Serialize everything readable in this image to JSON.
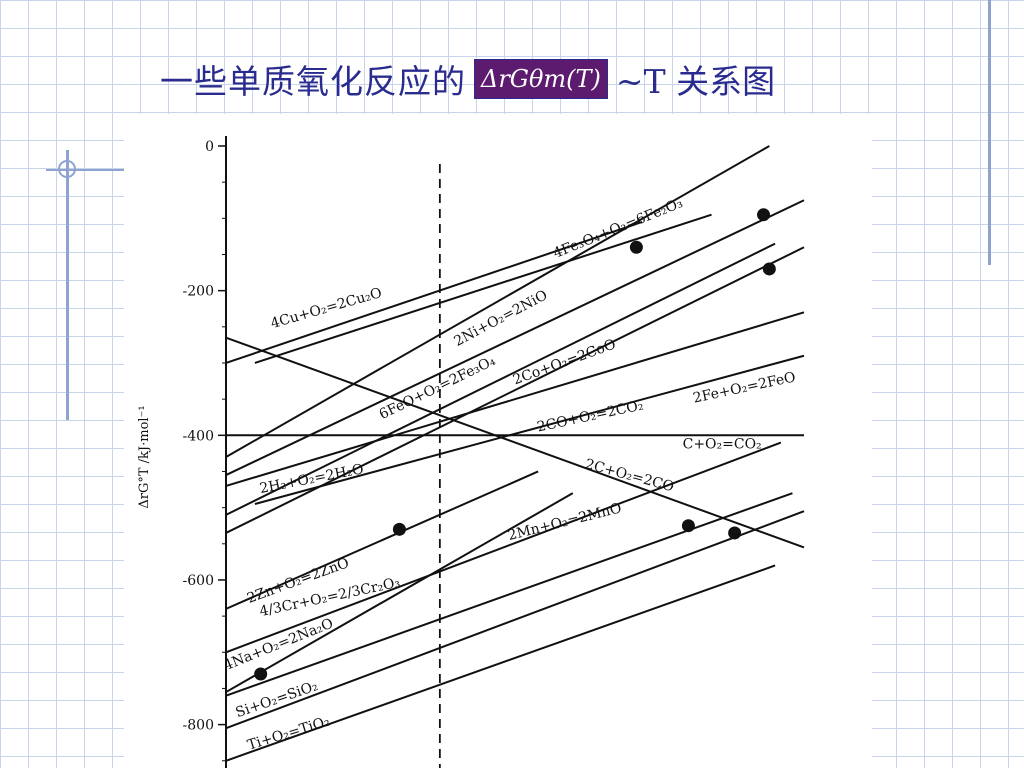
{
  "title": {
    "text": "一些单质氧化反应的",
    "formula": "ΔrGθm(T)",
    "suffix": "~T 关系图"
  },
  "chart_data": {
    "type": "line",
    "title": "一些单质氧化反应的 ΔrGθm(T) ~T 关系图",
    "xlabel": "",
    "ylabel": "ΔrG°T /kJ·mol⁻¹",
    "ylim": [
      -860,
      0
    ],
    "yticks": [
      "0",
      "-200",
      "-400",
      "-600",
      "-800"
    ],
    "ytick_values": [
      0,
      -200,
      -400,
      -600,
      -800
    ],
    "grid": false,
    "colors": {
      "line": "#111111",
      "dashed": "#111111"
    },
    "series": [
      {
        "name": "4Fe₃O₄+O₂=6Fe₂O₃",
        "points": [
          [
            0.05,
            -300
          ],
          [
            0.84,
            -95
          ]
        ],
        "markers": [
          [
            0.71,
            -140
          ]
        ]
      },
      {
        "name": "4Cu+O₂=2Cu₂O",
        "points": [
          [
            0.0,
            -300
          ],
          [
            0.72,
            -105
          ]
        ]
      },
      {
        "name": "2Ni+O₂=2NiO",
        "points": [
          [
            0.0,
            -430
          ],
          [
            0.94,
            0
          ]
        ],
        "markers": [
          [
            0.93,
            -95
          ]
        ]
      },
      {
        "name": "2Co+O₂=2CoO",
        "points": [
          [
            0.0,
            -455
          ],
          [
            1.0,
            -75
          ]
        ]
      },
      {
        "name": "6FeO+O₂=2Fe₃O₄",
        "points": [
          [
            0.0,
            -510
          ],
          [
            0.95,
            -135
          ]
        ]
      },
      {
        "name": "2Fe+O₂=2FeO",
        "points": [
          [
            0.0,
            -535
          ],
          [
            1.0,
            -140
          ]
        ],
        "markers": [
          [
            0.94,
            -170
          ]
        ]
      },
      {
        "name": "2CO+O₂=2CO₂",
        "points": [
          [
            0.0,
            -470
          ],
          [
            1.0,
            -230
          ]
        ]
      },
      {
        "name": "2H₂+O₂=2H₂O",
        "points": [
          [
            0.05,
            -495
          ],
          [
            1.0,
            -290
          ]
        ]
      },
      {
        "name": "C+O₂=CO₂",
        "points": [
          [
            0.0,
            -400
          ],
          [
            1.0,
            -400
          ]
        ]
      },
      {
        "name": "2C+O₂=2CO",
        "points": [
          [
            0.0,
            -265
          ],
          [
            1.0,
            -555
          ]
        ]
      },
      {
        "name": "2Zn+O₂=2ZnO",
        "points": [
          [
            0.0,
            -640
          ],
          [
            0.54,
            -450
          ]
        ],
        "markers": [
          [
            0.3,
            -530
          ]
        ]
      },
      {
        "name": "2Mn+O₂=2MnO",
        "points": [
          [
            0.0,
            -700
          ],
          [
            0.96,
            -410
          ]
        ],
        "markers": [
          [
            0.8,
            -525
          ]
        ]
      },
      {
        "name": "4/3Cr+O₂=2/3Cr₂O₃",
        "points": [
          [
            0.0,
            -760
          ],
          [
            0.98,
            -480
          ]
        ],
        "markers": [
          [
            0.88,
            -535
          ]
        ]
      },
      {
        "name": "4Na+O₂=2Na₂O",
        "points": [
          [
            0.0,
            -755
          ],
          [
            0.6,
            -480
          ]
        ],
        "markers": [
          [
            0.06,
            -730
          ]
        ]
      },
      {
        "name": "Si+O₂=SiO₂",
        "points": [
          [
            0.0,
            -805
          ],
          [
            1.0,
            -505
          ]
        ]
      },
      {
        "name": "Ti+O₂=TiO₂",
        "points": [
          [
            0.0,
            -850
          ],
          [
            0.95,
            -580
          ]
        ]
      }
    ],
    "annotations": [
      "dashed vertical reference line"
    ]
  }
}
